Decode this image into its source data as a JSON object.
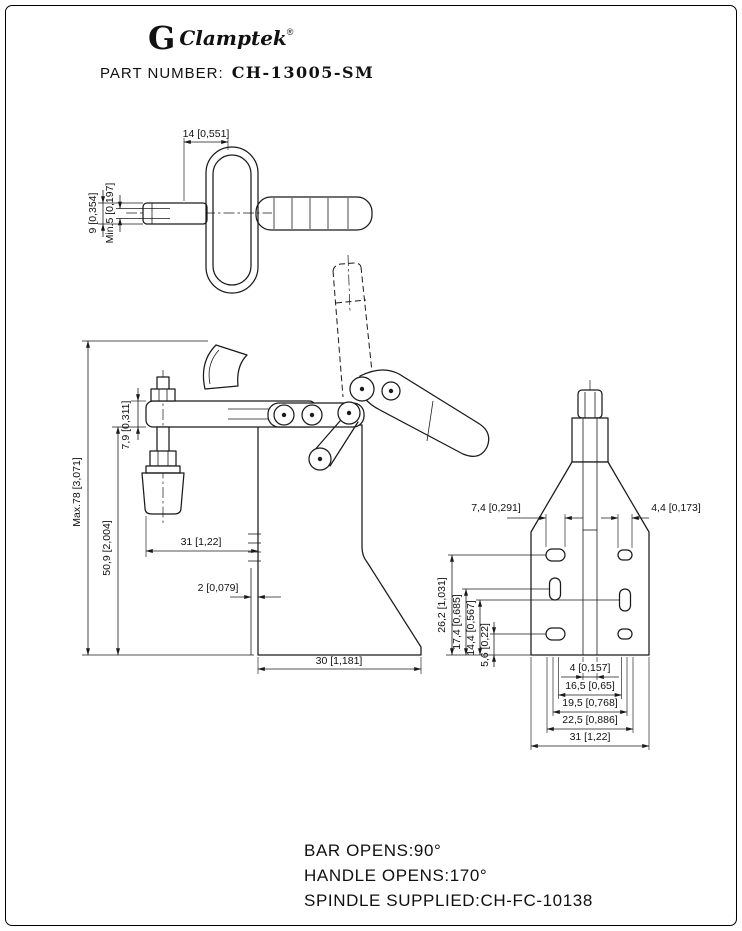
{
  "header": {
    "logo_mark": "G",
    "logo_text": "Clamptek",
    "registered": "®",
    "part_number_label": "PART NUMBER:",
    "part_number_value": "CH-13005-SM"
  },
  "top_view": {
    "dim_width": "14 [0,551]",
    "dim_height": "9 [0,354]",
    "dim_min": "Min.5 [0,197]"
  },
  "front_view": {
    "dim_max_height": "Max.78 [3,071]",
    "dim_bar_thickness": "7,9 [0,311]",
    "dim_body_height": "50,9 [2,004]",
    "dim_reach": "31 [1,22]",
    "dim_plate_thickness": "2 [0,079]",
    "dim_base_width": "30 [1,181]"
  },
  "side_view": {
    "dim_slot_left": "7,4 [0,291]",
    "dim_slot_right": "4,4 [0,173]",
    "dim_h1": "26,2 [1,031]",
    "dim_h2": "17,4 [0,685]",
    "dim_h3": "14,4 [0,567]",
    "dim_h4": "5,6 [0,22]",
    "dim_w1": "4 [0,157]",
    "dim_w2": "16,5 [0,65]",
    "dim_w3": "19,5 [0,768]",
    "dim_w4": "22,5 [0,886]",
    "dim_w5": "31 [1,22]"
  },
  "notes": {
    "bar_opens": "BAR OPENS:90°",
    "handle_opens": "HANDLE OPENS:170°",
    "spindle_supplied": "SPINDLE SUPPLIED:CH-FC-10138"
  },
  "colors": {
    "line": "#1a1a1a",
    "background": "#ffffff"
  }
}
